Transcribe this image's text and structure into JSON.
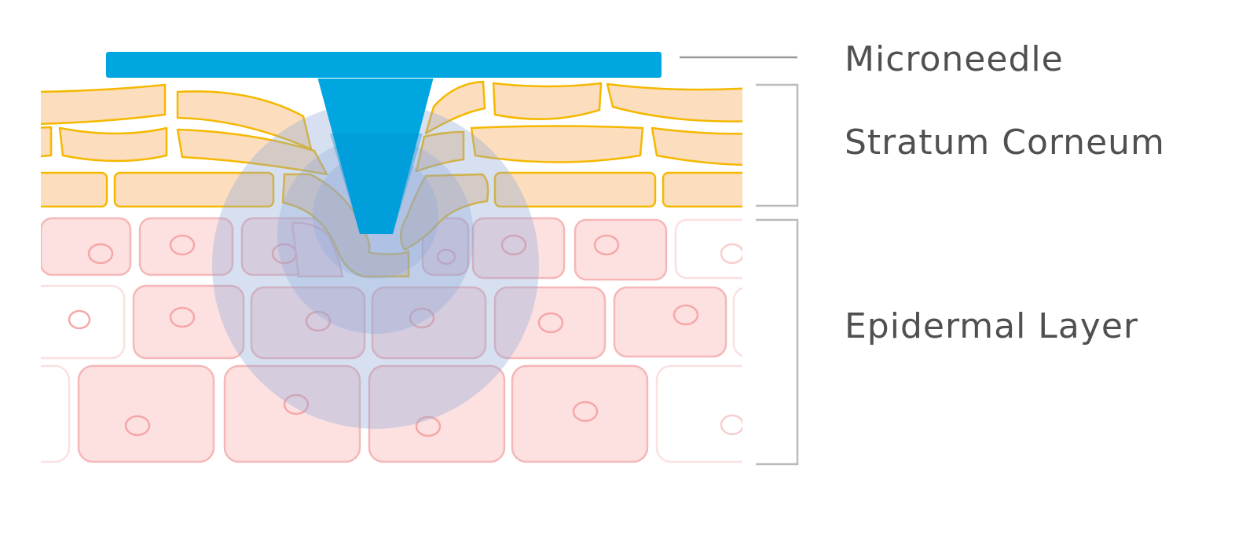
{
  "labels": {
    "microneedle": "Microneedle",
    "stratum_corneum": "Stratum Corneum",
    "epidermal_layer": "Epidermal Layer"
  },
  "colors": {
    "needle": "#00A6E0",
    "needle_dark": "#0090CF",
    "corneum_fill": "#FCDDBD",
    "corneum_stroke": "#F5B800",
    "epidermal_fill": "#FDE0E0",
    "epidermal_stroke": "#F5B7B7",
    "diffusion": "#8AA6D6",
    "bracket": "#B3B3B3",
    "leader_line": "#999999",
    "text": "#505050"
  }
}
